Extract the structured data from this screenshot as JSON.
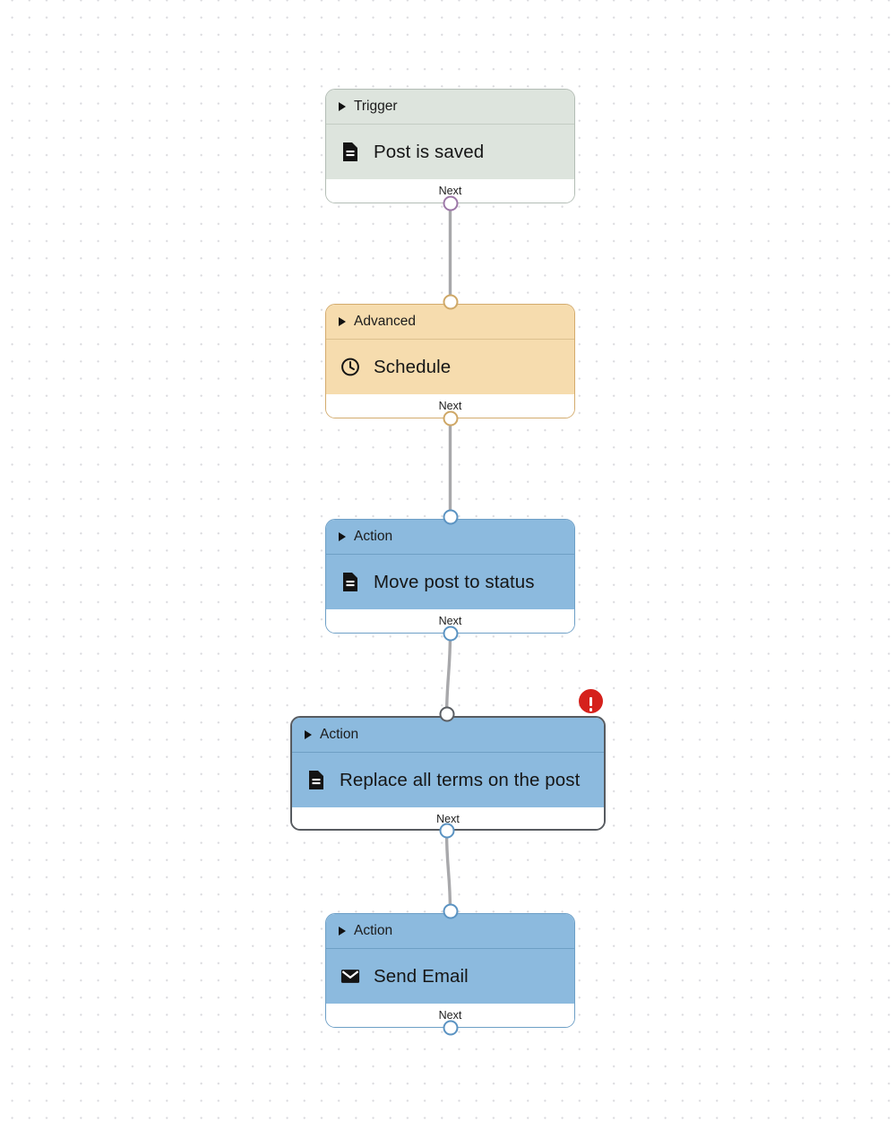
{
  "canvas": {
    "background_color": "#ffffff",
    "grid_dot_color": "#d9d9dd",
    "edge_color": "#a8a8ab"
  },
  "nodes": [
    {
      "id": "trigger-post-is-saved",
      "kind": "trigger",
      "header_label": "Trigger",
      "title": "Post is saved",
      "icon": "document-icon",
      "footer_label": "Next",
      "selected": false,
      "has_error": false,
      "header_color": "#dde4dd",
      "border_color": "#b3bdb5",
      "port_color": "#9d78a8"
    },
    {
      "id": "advanced-schedule",
      "kind": "advanced",
      "header_label": "Advanced",
      "title": "Schedule",
      "icon": "clock-icon",
      "footer_label": "Next",
      "selected": false,
      "has_error": false,
      "header_color": "#f6dcae",
      "border_color": "#d3ab6d",
      "port_color": "#cfa867"
    },
    {
      "id": "action-move-post-to-status",
      "kind": "action",
      "header_label": "Action",
      "title": "Move post to status",
      "icon": "document-icon",
      "footer_label": "Next",
      "selected": false,
      "has_error": false,
      "header_color": "#8cbade",
      "border_color": "#6d9fc6",
      "port_color": "#5b93c2"
    },
    {
      "id": "action-replace-all-terms-on-the-post",
      "kind": "action",
      "header_label": "Action",
      "title": "Replace all terms on the post",
      "icon": "document-icon",
      "footer_label": "Next",
      "selected": true,
      "has_error": true,
      "header_color": "#8cbade",
      "border_color": "#575b60",
      "port_color": "#5b93c2"
    },
    {
      "id": "action-send-email",
      "kind": "action",
      "header_label": "Action",
      "title": "Send Email",
      "icon": "envelope-icon",
      "footer_label": "Next",
      "selected": false,
      "has_error": false,
      "header_color": "#8cbade",
      "border_color": "#6d9fc6",
      "port_color": "#5b93c2"
    }
  ],
  "error_badge": {
    "icon": "exclamation-icon",
    "color": "#d5211c"
  }
}
